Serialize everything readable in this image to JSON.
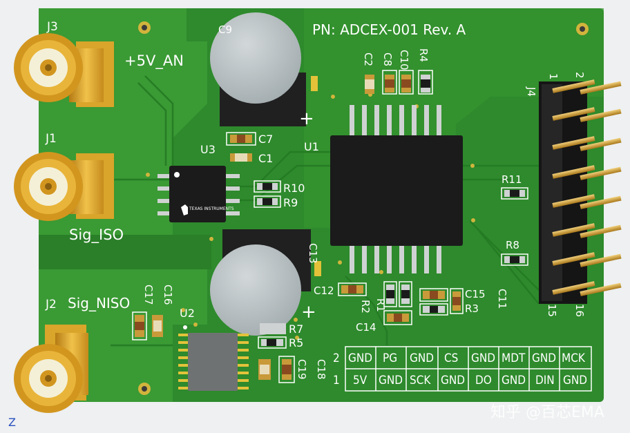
{
  "board": {
    "part_number": "PN: ADCEX-001 Rev. A",
    "colors": {
      "pcb": "#2f8a2c",
      "pcb_dark": "#237224",
      "copper": "#3f9b36",
      "pad": "#e3c23a",
      "gold": "#d9a52a",
      "chip": "#1b1b1b",
      "cap_top": "#b9c1c4",
      "silk": "#ffffff",
      "background": "#eef0f1"
    },
    "net_labels": {
      "plus5v": "+5V_AN",
      "sig_iso": "Sig_ISO",
      "sig_niso": "Sig_NISO"
    },
    "connectors": {
      "j3": "J3",
      "j1": "J1",
      "j2": "J2",
      "j4": "J4"
    },
    "chips": {
      "u1": "U1",
      "u2": "U2",
      "u3": "U3",
      "ti_logo": "TEXAS INSTRUMENTS"
    },
    "components": {
      "c9": "C9",
      "c7": "C7",
      "c1": "C1",
      "c2": "C2",
      "c8": "C8",
      "c10": "C10",
      "r4": "R4",
      "r10": "R10",
      "r9": "R9",
      "r11": "R11",
      "r8": "R8",
      "c13": "C13",
      "c12": "C12",
      "r2": "R2",
      "r1": "R1",
      "c14": "C14",
      "c15": "C15",
      "r3": "R3",
      "c11": "C11",
      "c17": "C17",
      "c16": "C16",
      "r7": "R7",
      "r5": "R5",
      "c18": "C18",
      "c19": "C19"
    },
    "polarity_mark": "+",
    "header_pins": {
      "p1": "1",
      "p2": "2",
      "p15": "15",
      "p16": "16"
    },
    "pin_table": {
      "row_labels": [
        "2",
        "1"
      ],
      "row2": [
        "GND",
        "PG",
        "GND",
        "CS",
        "GND",
        "MDT",
        "GND",
        "MCK"
      ],
      "row1": [
        "5V",
        "GND",
        "SCK",
        "GND",
        "DO",
        "GND",
        "DIN",
        "GND"
      ]
    },
    "axis_label": "Z"
  },
  "watermark": "知乎 @百芯EMA"
}
